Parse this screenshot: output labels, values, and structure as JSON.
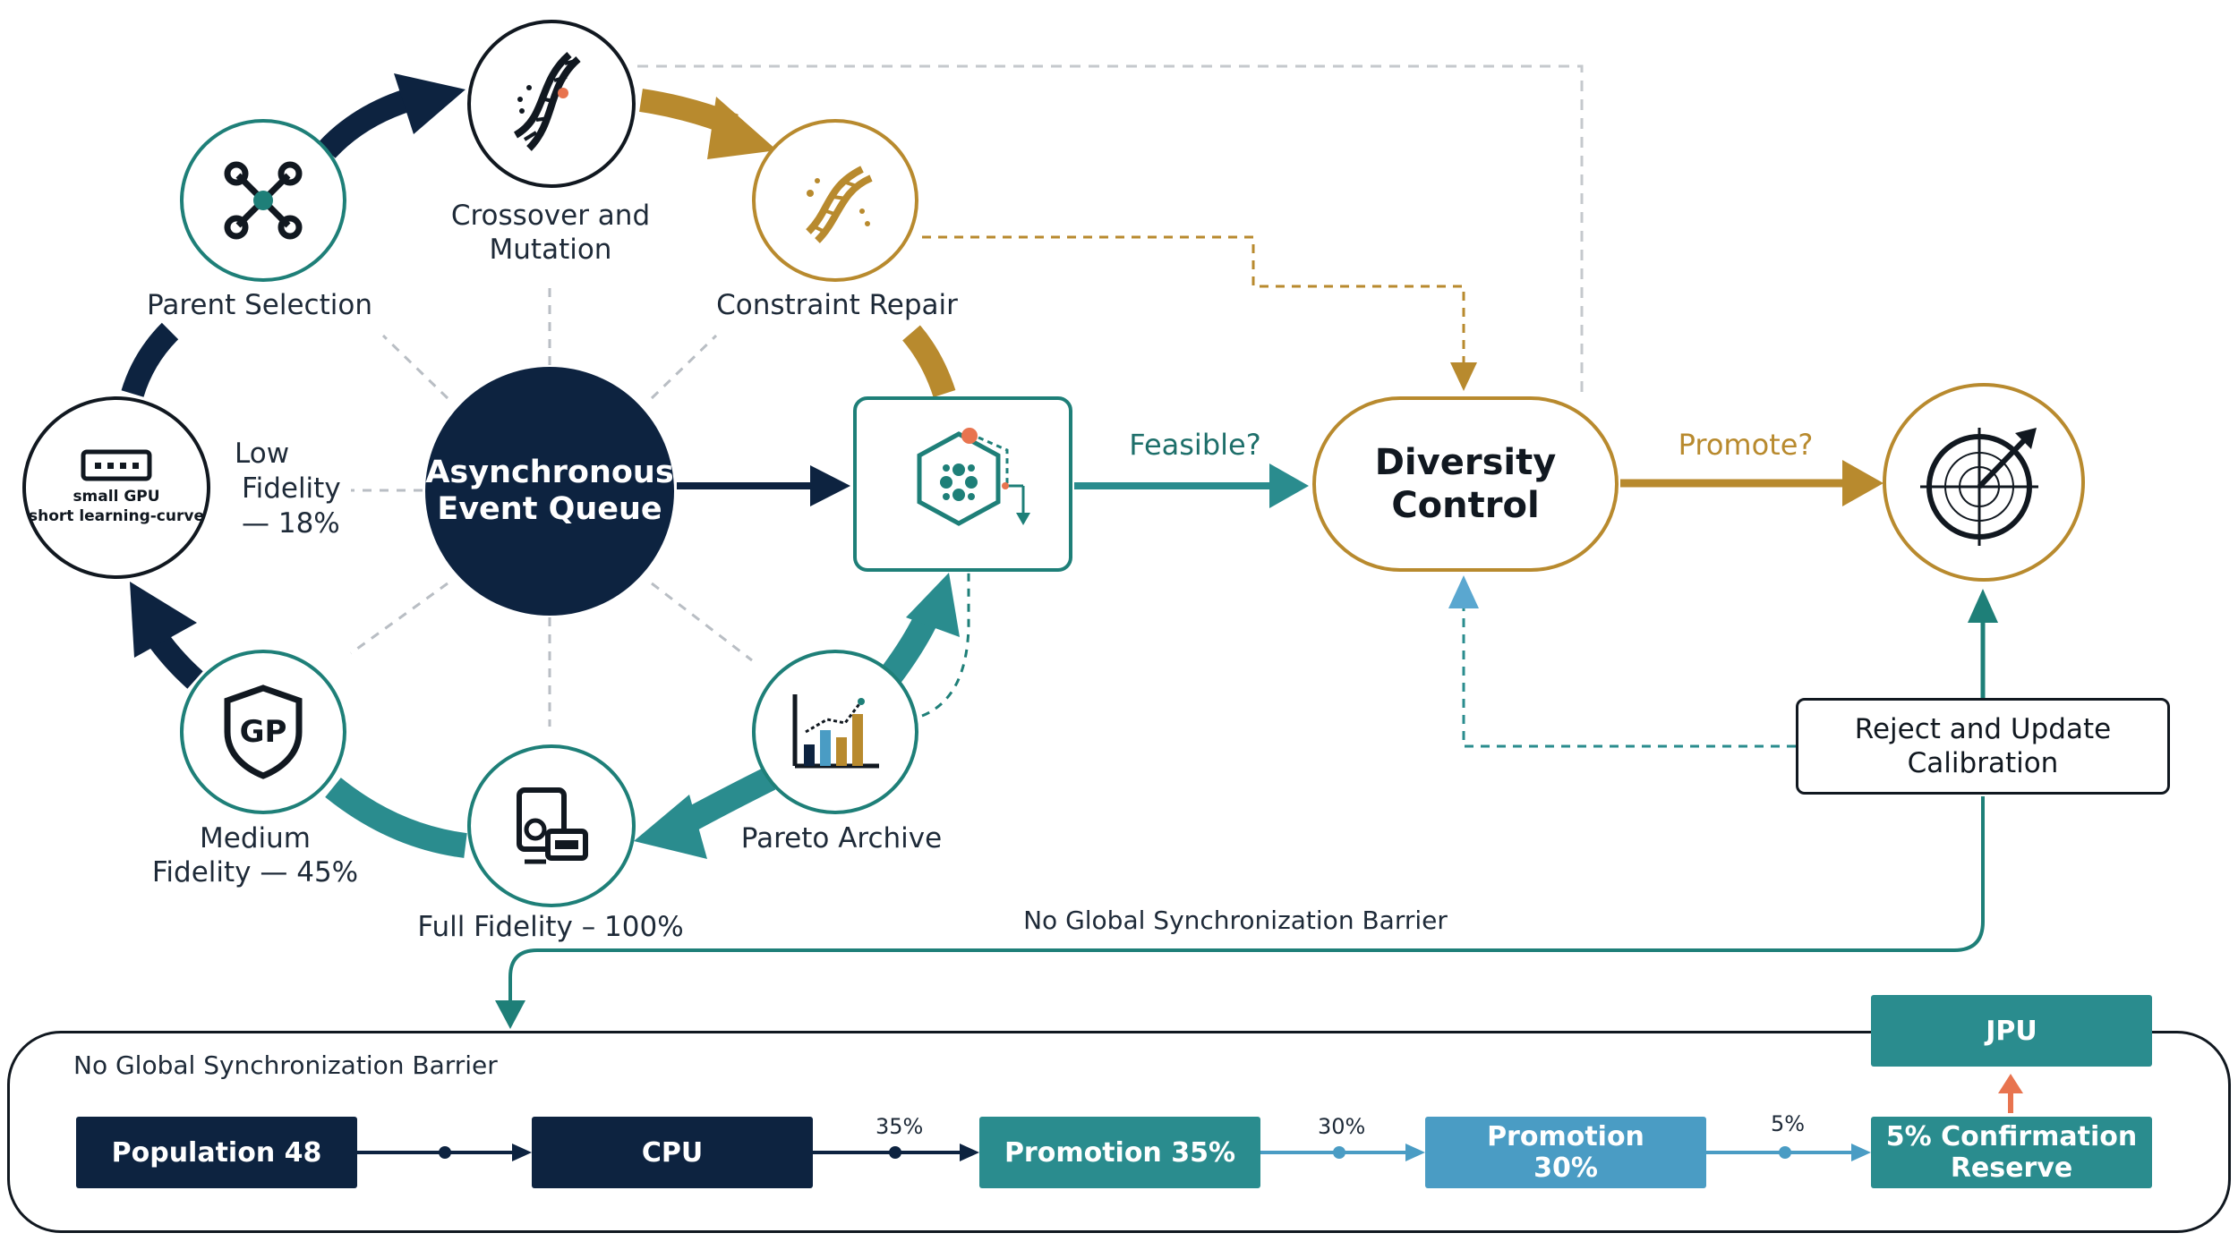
{
  "nodes": {
    "parent_selection": "Parent Selection",
    "crossover_line1": "Crossover and",
    "crossover_line2": "Mutation",
    "constraint_repair": "Constraint Repair",
    "queue_line1": "Asynchronous",
    "queue_line2": "Event Queue",
    "low_fidelity_line1": "Low",
    "low_fidelity_line2": "Fidelity",
    "low_fidelity_line3": "— 18%",
    "gpu_line1": "small GPU",
    "gpu_line2": "short learning-curve",
    "medium_fidelity_line1": "Medium",
    "medium_fidelity_line2": "Fidelity — 45%",
    "full_fidelity": "Full Fidelity – 100%",
    "pareto_archive": "Pareto Archive",
    "diversity_line1": "Diversity",
    "diversity_line2": "Control",
    "reject_line1": "Reject and Update",
    "reject_line2": "Calibration"
  },
  "edges": {
    "feasible": "Feasible?",
    "promote": "Promote?",
    "no_barrier_top": "No Global Synchronization Barrier"
  },
  "pipeline": {
    "title": "No Global Synchronization Barrier",
    "population": "Population 48",
    "cpu": "CPU",
    "pct_1": "35%",
    "promotion_35": "Promotion 35%",
    "pct_2": "30%",
    "promotion_30_line1": "Promotion",
    "promotion_30_line2": "30%",
    "pct_3": "5%",
    "confirm_line1": "5% Confirmation",
    "confirm_line2": "Reserve",
    "jpu": "JPU"
  },
  "colors": {
    "navy": "#0d2340",
    "teal": "#1e7f78",
    "teal_light": "#2a8c8e",
    "blue": "#4a9cc4",
    "gold": "#b88a2e",
    "orange": "#e8744f"
  },
  "icons": [
    "network-node-icon",
    "dna-icon",
    "dna-repair-icon",
    "keyboard-icon",
    "molecule-hexagon-icon",
    "target-radar-icon",
    "shield-gpu-icon",
    "cpu-document-icon",
    "bar-chart-icon"
  ]
}
